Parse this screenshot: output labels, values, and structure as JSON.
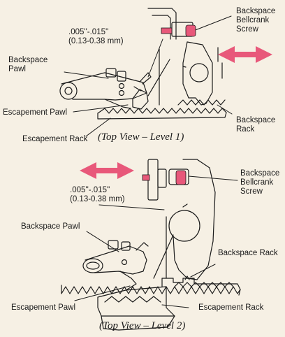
{
  "colors": {
    "accent": "#e8587a",
    "ink": "#1a1a1a",
    "paper": "#f6f0e4"
  },
  "level1": {
    "caption": "(Top View – Level 1)",
    "labels": {
      "gap": ".005''-.015''\n(0.13-0.38 mm)",
      "backspace_pawl": "Backspace\nPawl",
      "bellcrank_screw": "Backspace\nBellcrank\nScrew",
      "escapement_pawl": "Escapement Pawl",
      "escapement_rack": "Escapement Rack",
      "backspace_rack": "Backspace\nRack"
    }
  },
  "level2": {
    "caption": "(Top View – Level 2)",
    "labels": {
      "gap": ".005''-.015''\n(0.13-0.38 mm)",
      "backspace_pawl": "Backspace Pawl",
      "bellcrank_screw": "Backspace\nBellcrank\nScrew",
      "backspace_rack": "Backspace Rack",
      "escapement_pawl": "Escapement Pawl",
      "escapement_rack": "Escapement Rack"
    }
  }
}
